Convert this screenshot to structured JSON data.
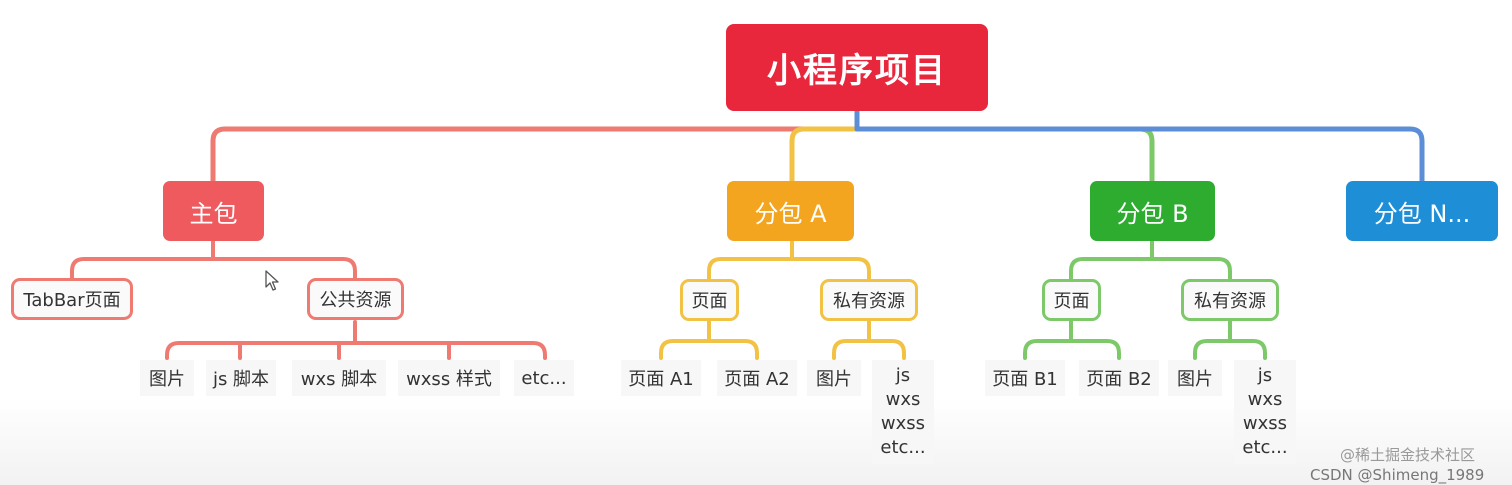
{
  "root": {
    "label": "小程序项目"
  },
  "branches": {
    "main": {
      "label": "主包",
      "color": "#ee5a5e",
      "children": {
        "tabbar": "TabBar页面",
        "common": "公共资源"
      },
      "leaves": [
        "图片",
        "js 脚本",
        "wxs 脚本",
        "wxss 样式",
        "etc..."
      ]
    },
    "subA": {
      "label": "分包 A",
      "color": "#f4a51f",
      "children": {
        "pages": "页面",
        "private": "私有资源"
      },
      "pages": [
        "页面 A1",
        "页面 A2"
      ],
      "private": {
        "image": "图片",
        "stack": [
          "js",
          "wxs",
          "wxss",
          "etc..."
        ]
      }
    },
    "subB": {
      "label": "分包 B",
      "color": "#2eac30",
      "children": {
        "pages": "页面",
        "private": "私有资源"
      },
      "pages": [
        "页面 B1",
        "页面 B2"
      ],
      "private": {
        "image": "图片",
        "stack": [
          "js",
          "wxs",
          "wxss",
          "etc..."
        ]
      }
    },
    "subN": {
      "label": "分包 N...",
      "color": "#1e8fd6"
    }
  },
  "watermark": {
    "line1": "@稀土掘金技术社区",
    "line2": "CSDN @Shimeng_1989"
  },
  "icons": {
    "cursor": "mouse-pointer-icon"
  }
}
